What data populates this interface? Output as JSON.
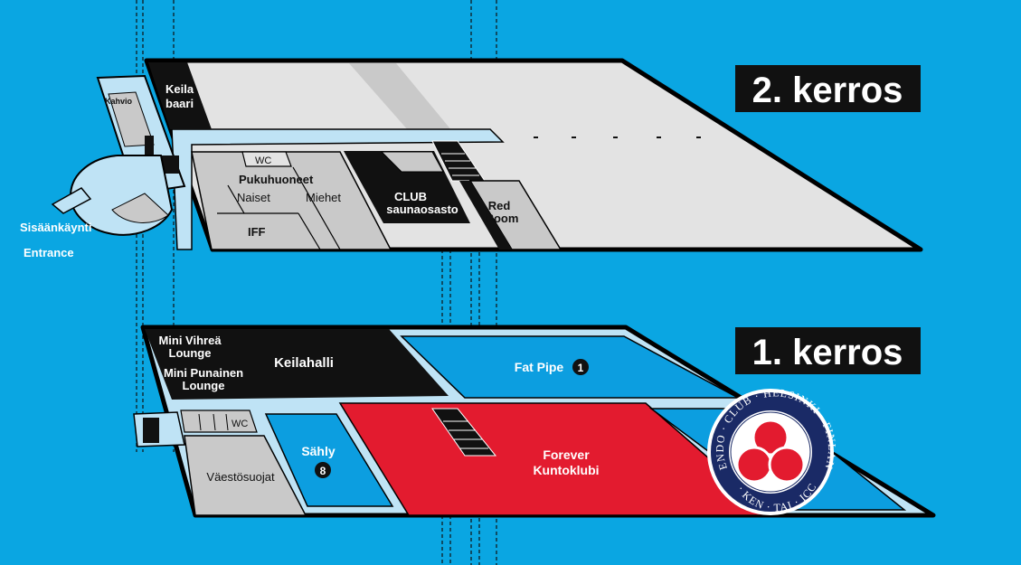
{
  "colors": {
    "background": "#0aa6e2",
    "floor_outline": "#000000",
    "grey_room": "#c9c9c9",
    "light_grey_area": "#e3e3e3",
    "corridor": "#bfe3f5",
    "court_blue": "#0c9ee0",
    "forever_red": "#e31b2f",
    "dark_block": "#111111",
    "emblem_navy": "#1a2a66"
  },
  "floors": {
    "upper": {
      "title": "2. kerros",
      "rooms": {
        "keilabaari_line1": "Keila",
        "keilabaari_line2": "baari",
        "kahvio": "Kahvio",
        "wc": "WC",
        "pukuhuoneet": "Pukuhuoneet",
        "naiset": "Naiset",
        "miehet": "Miehet",
        "iff": "IFF",
        "club_line1": "CLUB",
        "club_line2": "saunaosasto",
        "red_room_line1": "Red",
        "red_room_line2": "Room"
      }
    },
    "lower": {
      "title": "1. kerros",
      "rooms": {
        "mini_vihrea_line1": "Mini Vihreä",
        "mini_vihrea_line2": "Lounge",
        "mini_punainen_line1": "Mini Punainen",
        "mini_punainen_line2": "Lounge",
        "keilahalli": "Keilahalli",
        "fat_pipe": "Fat Pipe",
        "fat_pipe_number": "1",
        "wc": "WC",
        "sahly": "Sähly",
        "sahly_number": "8",
        "vaestosuojat": "Väestösuojat",
        "forever_line1": "Forever",
        "forever_line2": "Kuntoklubi"
      }
    }
  },
  "entrance": {
    "fi": "Sisäänkäynti",
    "en": "Entrance"
  },
  "emblem": {
    "top_text": "KENDO · CLUB · HELSINKI · FINLAND",
    "bottom_text": "KI · KEN · TAI · ICCHI"
  }
}
